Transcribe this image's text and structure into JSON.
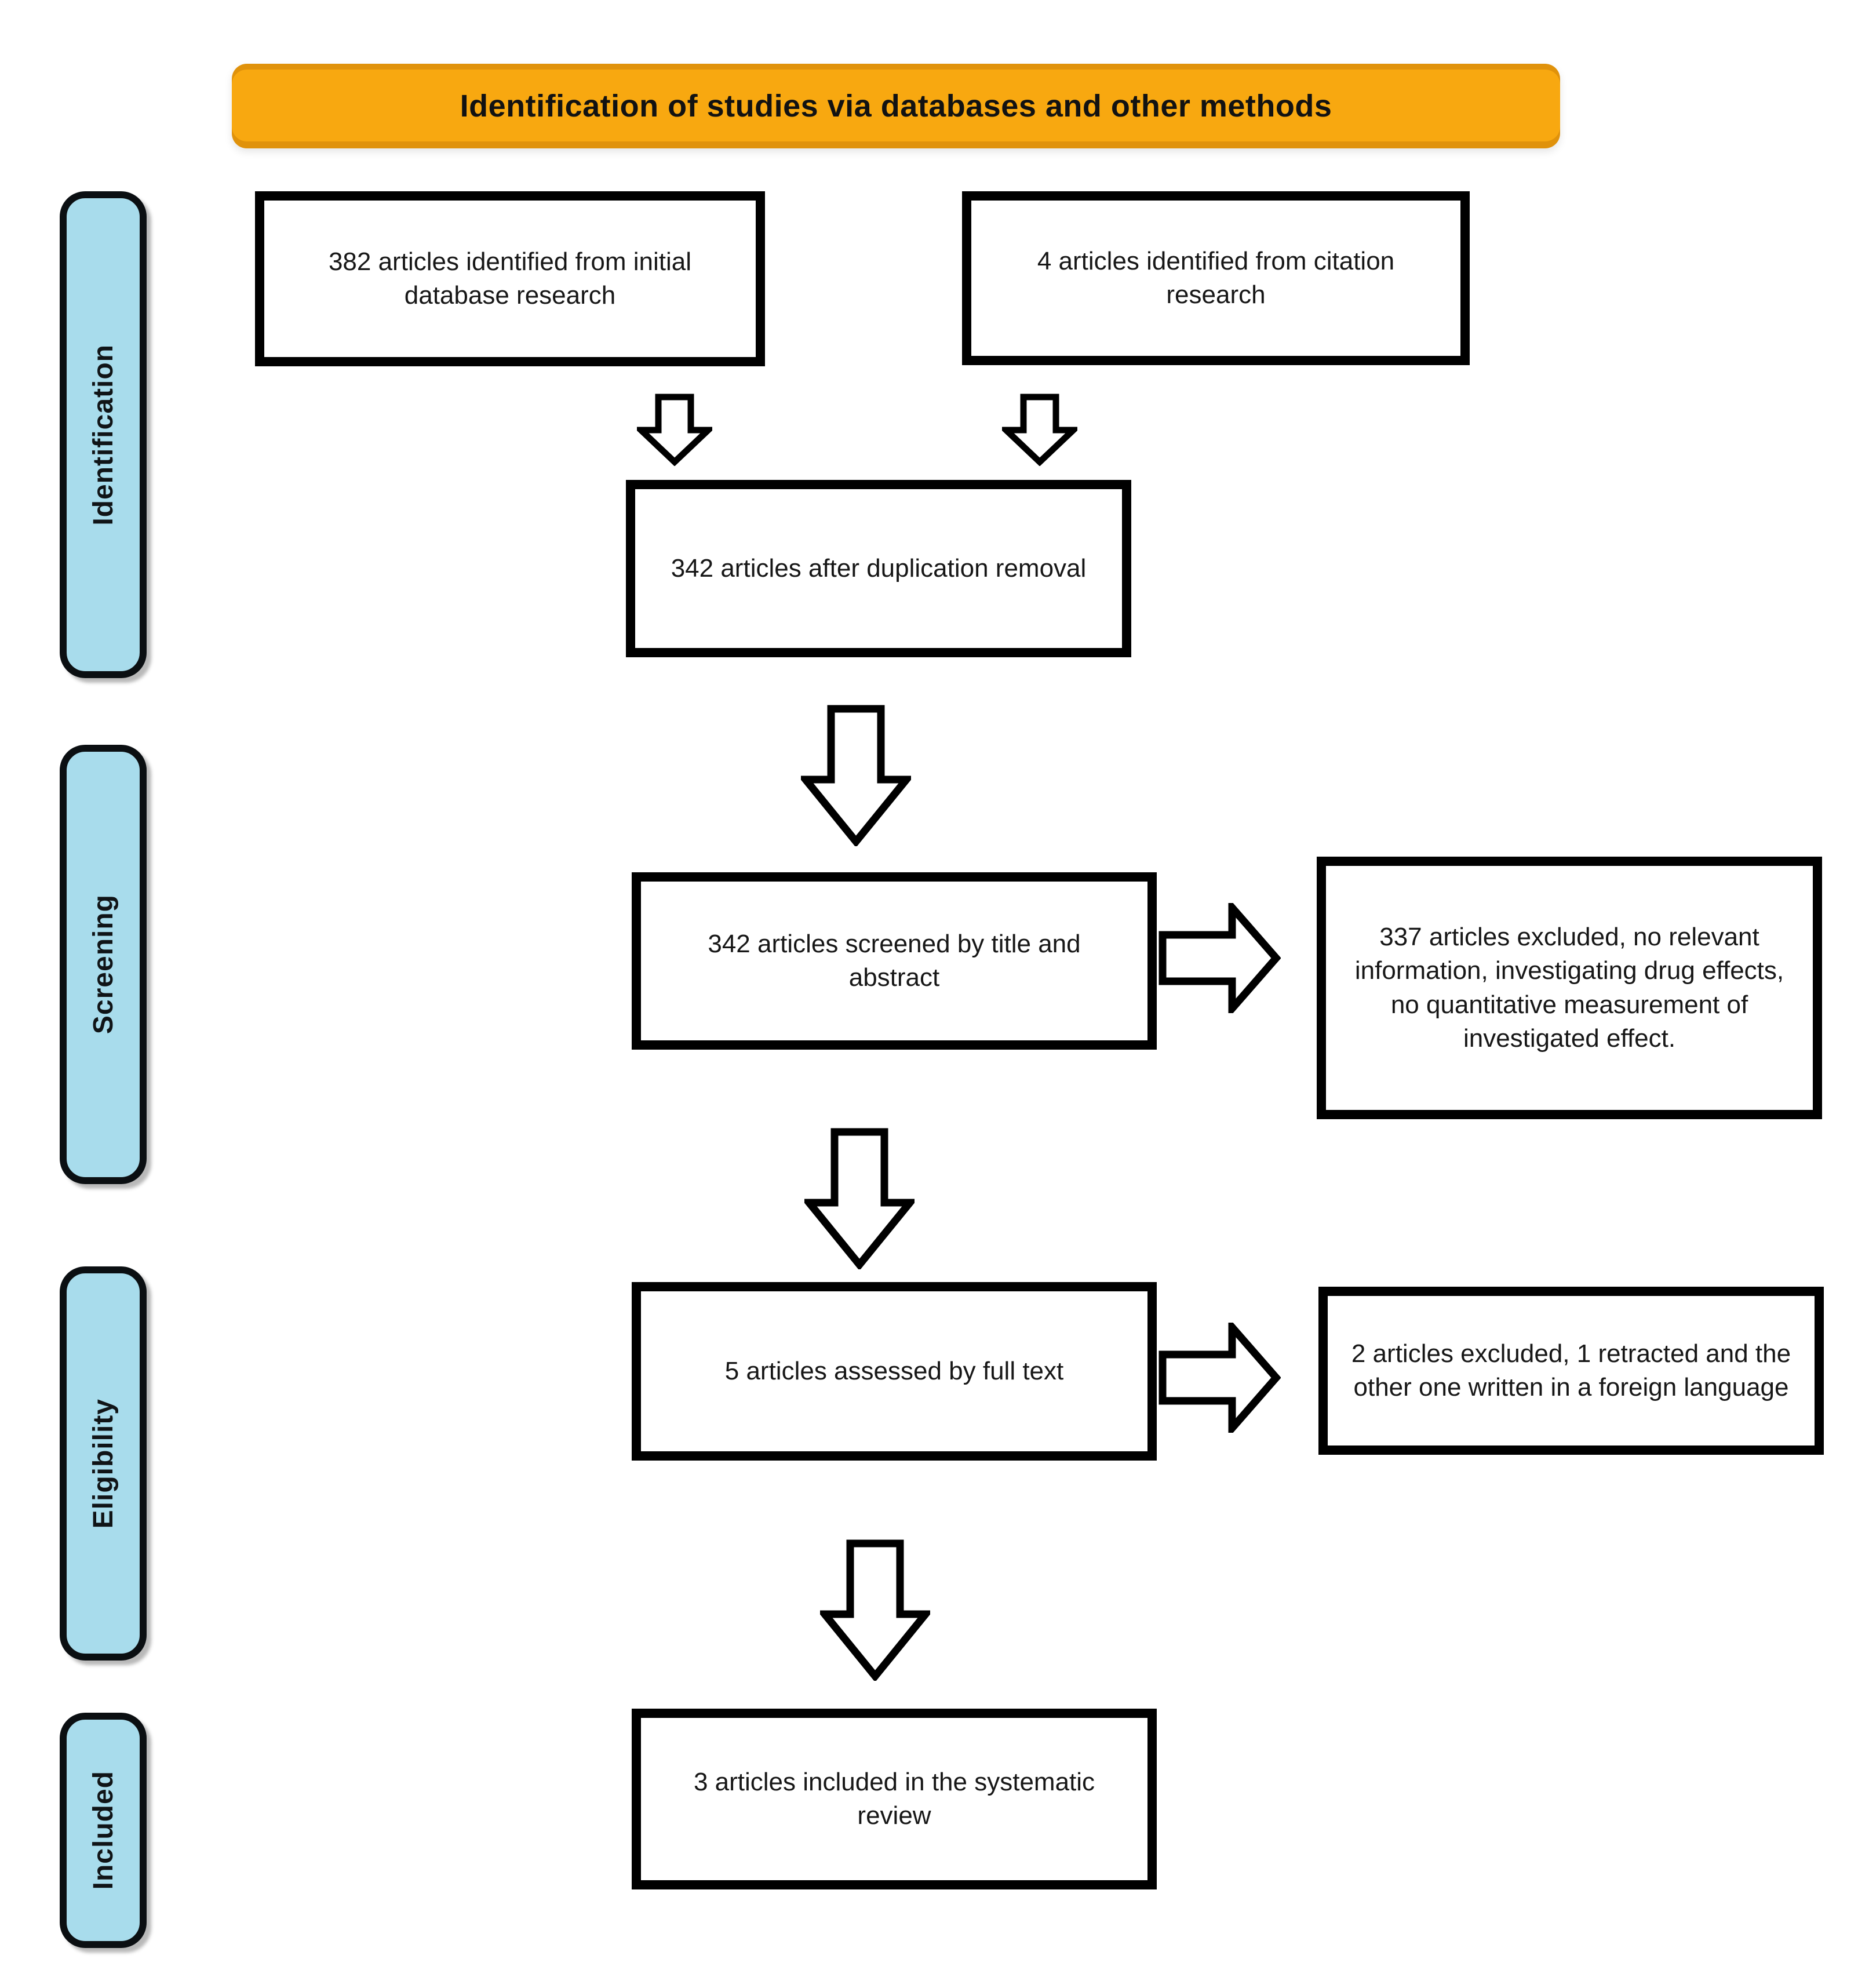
{
  "header": {
    "title": "Identification of studies via databases and other methods"
  },
  "sidebar": {
    "stages": [
      {
        "label": "Identification"
      },
      {
        "label": "Screening"
      },
      {
        "label": "Eligibility"
      },
      {
        "label": "Included"
      }
    ]
  },
  "flow": {
    "identified_databases": "382 articles identified from initial database research",
    "identified_citation": "4 articles identified from citation research",
    "after_duplication": "342 articles after duplication removal",
    "screened_title_abstract": "342 articles screened by title and abstract",
    "excluded_screening": "337 articles excluded, no relevant information, investigating drug effects, no quantitative measurement of investigated effect.",
    "assessed_full_text": "5 articles assessed by full text",
    "excluded_full_text": "2 articles excluded, 1 retracted and the other one written in a foreign language",
    "included_review": "3 articles included in the systematic review"
  },
  "colors": {
    "banner_orange": "#F8A810",
    "stage_blue": "#A8DCEC",
    "box_border": "#000000",
    "background": "#FFFFFF"
  }
}
